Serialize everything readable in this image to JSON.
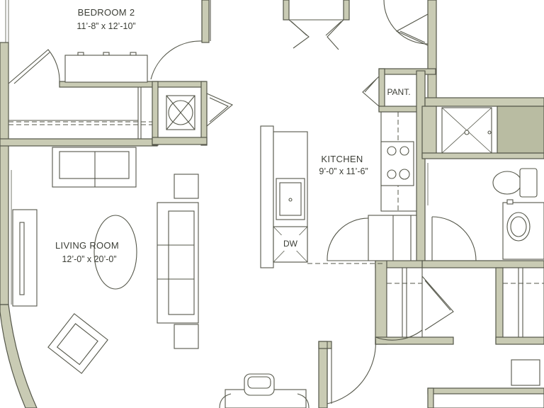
{
  "rooms": {
    "bedroom2": {
      "name": "BEDROOM 2",
      "dims": "11’-8” x 12’-10”"
    },
    "living": {
      "name": "LIVING ROOM",
      "dims": "12’-0” x 20’-0”"
    },
    "kitchen": {
      "name": "KITCHEN",
      "dims": "9’-0” x 11’-6”"
    }
  },
  "labels": {
    "pantry": "PANT.",
    "dishwasher": "DW"
  },
  "colors": {
    "wall_fill": "#c9cbb4",
    "line": "#55574a",
    "background": "#ffffff"
  }
}
